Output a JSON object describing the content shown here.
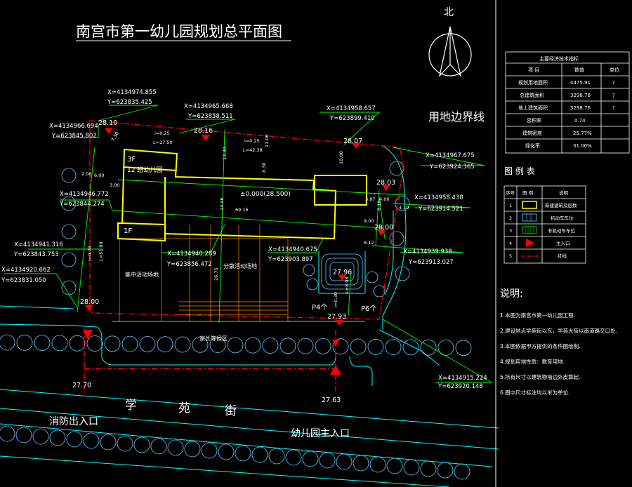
{
  "title": "南宫市第一幼儿园规划总平面图",
  "north": "北",
  "boundary_label": "用地边界线",
  "street": [
    "学",
    "苑",
    "街"
  ],
  "fire_exit": "消防出入口",
  "main_entrance": "幼儿园主入口",
  "buildings": {
    "floors_3f": "3F",
    "name": "12 班幼儿园",
    "floors_1f": "1F",
    "ground_level": "±0.000(28.500)",
    "area_concentrated": "集中活动场地",
    "area_scattered": "分散活动场地",
    "area_parents": "家长等候区",
    "p4": "P4个",
    "p6": "P6个"
  },
  "coords": [
    {
      "x": "X=4134974.855",
      "y": "Y=623835.425"
    },
    {
      "x": "X=4134965.668",
      "y": "Y=623858.511"
    },
    {
      "x": "X=4134958.657",
      "y": "Y=623899.410"
    },
    {
      "x": "X=4134966.694",
      "y": "Y=623845.802"
    },
    {
      "x": "X=4134967.675",
      "y": "Y=623924.365"
    },
    {
      "x": "X=4134946.772",
      "y": "Y=623844.274"
    },
    {
      "x": "X=4134958.438",
      "y": "Y=623914.521"
    },
    {
      "x": "X=4134941.316",
      "y": "Y=623843.753"
    },
    {
      "x": "X=4134940.289",
      "y": "Y=623856.472"
    },
    {
      "x": "X=4134940.675",
      "y": "Y=623903.897"
    },
    {
      "x": "X=4134939.938",
      "y": "Y=623913.027"
    },
    {
      "x": "X=4134920.662",
      "y": "Y=623831.050"
    },
    {
      "x": "X=4134915.224",
      "y": "Y=623920.148"
    }
  ],
  "elevations": [
    "28.10",
    "28.16",
    "28.07",
    "28.03",
    "28.00",
    "27.96",
    "28.00",
    "27.93",
    "27.70",
    "27.63"
  ],
  "dimensions": [
    "7.30",
    "i=0.25",
    "L=27.50",
    "i=0.25",
    "L=42.38",
    "13.30",
    "11.00",
    "8.30",
    "10.00",
    "2.00",
    "6.00",
    "3.00",
    "13.46",
    "69.16",
    "3.87",
    "4.00",
    "4.19",
    "9.00",
    "8.12",
    "8.10",
    "i=0.78",
    "L=51.89",
    "26.75",
    "i=0.30",
    "L=8.08"
  ],
  "econ_table": {
    "title": "主要经济技术指标",
    "headers": [
      "项 目",
      "数值",
      "单位"
    ],
    "rows": [
      [
        "规划用地面积",
        "4475.91",
        "?"
      ],
      [
        "总建筑面积",
        "3298.76",
        "?"
      ],
      [
        "地上建筑面积",
        "3298.76",
        "?"
      ],
      [
        "容积率",
        "0.74",
        ""
      ],
      [
        "建筑密度",
        "25.77%",
        ""
      ],
      [
        "绿化率",
        "31.00%",
        ""
      ]
    ]
  },
  "legend": {
    "title": "图 例 表",
    "headers": [
      "序号",
      "图 例",
      "说明"
    ],
    "rows": [
      {
        "num": "1",
        "desc": "新建建筑及层数"
      },
      {
        "num": "2",
        "desc": "机动车车位"
      },
      {
        "num": "3",
        "desc": "非机动车车位"
      },
      {
        "num": "4",
        "desc": "主入口"
      },
      {
        "num": "5",
        "desc": "红线"
      }
    ]
  },
  "notes": {
    "title": "说明:",
    "items": [
      "1.本图为南宫市第一幼儿园工程.",
      "2.建设地点学苑街以东，学苑大街以南道路交口处.",
      "3.本图依据甲方提供的条件图绘制.",
      "4.规划用地性质：教育用地.",
      "5.所有尺寸以建筑物墙边外皮算起.",
      "6.图中尺寸标注均以米为单位."
    ]
  },
  "colors": {
    "background": "#000000",
    "text": "#ffffff",
    "leader": "#00ff00",
    "building": "#ffff00",
    "red_line": "#ff0000",
    "road": "#00ffff",
    "vegetation": "#66ccff",
    "hatch": "#ff8800"
  }
}
